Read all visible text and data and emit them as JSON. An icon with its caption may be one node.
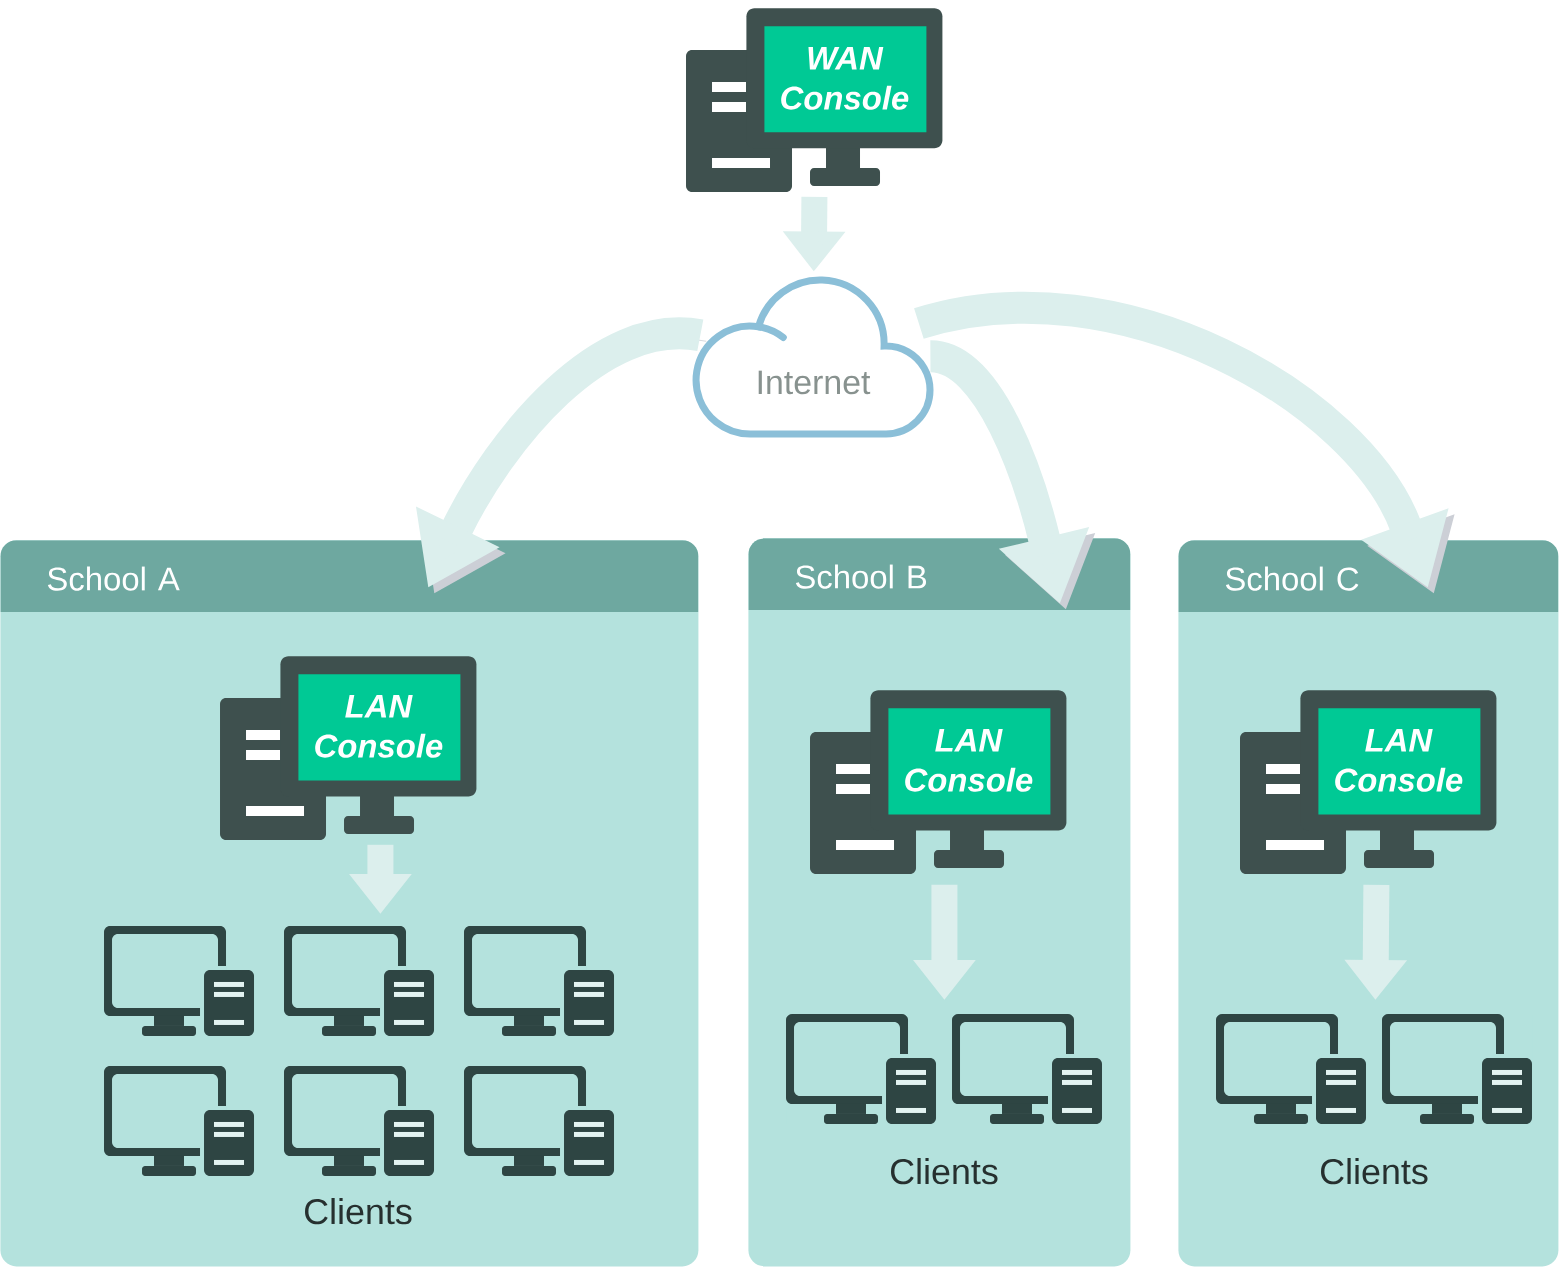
{
  "diagram": {
    "nodes": [
      {
        "text": [
          "WAN Console"
        ]
      },
      {
        "text": [
          "Internet"
        ]
      },
      {
        "text": [
          "School A"
        ]
      },
      {
        "text": [
          "LAN Console"
        ],
        "in": 2
      },
      {
        "text": [
          "Clients"
        ],
        "in": 2
      },
      {
        "text": [
          "School B"
        ]
      },
      {
        "text": [
          "LAN Console"
        ],
        "in": 5
      },
      {
        "text": [
          "Clients"
        ],
        "in": 5
      },
      {
        "text": [
          "School C"
        ]
      },
      {
        "text": [
          "LAN Console"
        ],
        "in": 8
      },
      {
        "text": [
          "Clients"
        ],
        "in": 8
      }
    ],
    "edges": [
      {
        "from": 0,
        "to": 1,
        "arrow": "to"
      },
      {
        "from": 1,
        "to": 2,
        "arrow": "to"
      },
      {
        "from": 1,
        "to": 5,
        "arrow": "to"
      },
      {
        "from": 1,
        "to": 8,
        "arrow": "to"
      },
      {
        "from": 3,
        "to": 4,
        "arrow": "to"
      },
      {
        "from": 6,
        "to": 7,
        "arrow": "to"
      },
      {
        "from": 9,
        "to": 10,
        "arrow": "to"
      }
    ]
  }
}
